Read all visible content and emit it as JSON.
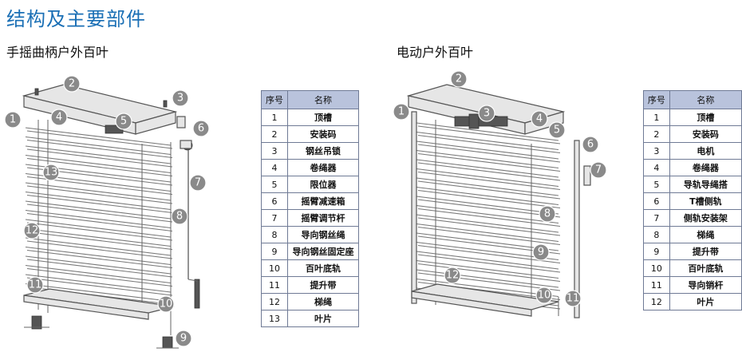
{
  "page_title": "结构及主要部件",
  "manual": {
    "title": "手摇曲柄户外百叶",
    "columns": [
      "序号",
      "名称"
    ],
    "rows": [
      {
        "no": "1",
        "name": "顶槽"
      },
      {
        "no": "2",
        "name": "安装码"
      },
      {
        "no": "3",
        "name": "钢丝吊锁"
      },
      {
        "no": "4",
        "name": "卷绳器"
      },
      {
        "no": "5",
        "name": "限位器"
      },
      {
        "no": "6",
        "name": "摇臂减速箱"
      },
      {
        "no": "7",
        "name": "摇臂调节杆"
      },
      {
        "no": "8",
        "name": "导向钢丝绳"
      },
      {
        "no": "9",
        "name": "导向钢丝固定座"
      },
      {
        "no": "10",
        "name": "百叶底轨"
      },
      {
        "no": "11",
        "name": "提升带"
      },
      {
        "no": "12",
        "name": "梯绳"
      },
      {
        "no": "13",
        "name": "叶片"
      }
    ],
    "callouts": [
      "1",
      "2",
      "3",
      "4",
      "5",
      "6",
      "7",
      "8",
      "9",
      "10",
      "11",
      "12",
      "13"
    ]
  },
  "electric": {
    "title": "电动户外百叶",
    "columns": [
      "序号",
      "名称"
    ],
    "rows": [
      {
        "no": "1",
        "name": "顶槽"
      },
      {
        "no": "2",
        "name": "安装码"
      },
      {
        "no": "3",
        "name": "电机"
      },
      {
        "no": "4",
        "name": "卷绳器"
      },
      {
        "no": "5",
        "name": "导轨导绳搭"
      },
      {
        "no": "6",
        "name": "T槽侧轨"
      },
      {
        "no": "7",
        "name": "侧轨安装架"
      },
      {
        "no": "8",
        "name": "梯绳"
      },
      {
        "no": "9",
        "name": "提升带"
      },
      {
        "no": "10",
        "name": "百叶底轨"
      },
      {
        "no": "11",
        "name": "导向销杆"
      },
      {
        "no": "12",
        "name": "叶片"
      }
    ],
    "callouts": [
      "1",
      "2",
      "3",
      "4",
      "5",
      "6",
      "7",
      "8",
      "9",
      "10",
      "11",
      "12"
    ]
  },
  "colors": {
    "title_blue": "#1a6fb5",
    "header_fill": "#b9c3dc",
    "badge_grey": "#8a8a8a"
  }
}
